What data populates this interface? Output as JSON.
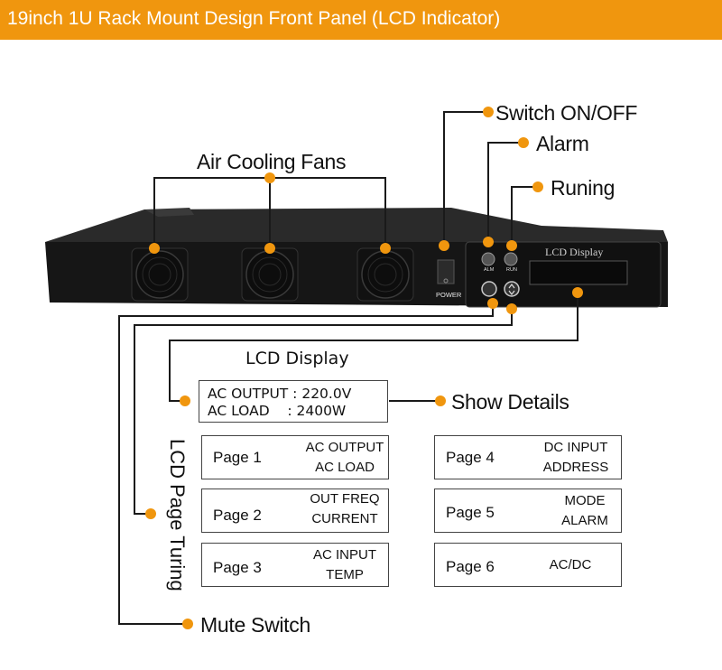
{
  "banner": {
    "title": "19inch 1U Rack Mount Design Front Panel (LCD Indicator)",
    "color": "#f0960e"
  },
  "callouts": {
    "air_cooling_fans": "Air Cooling Fans",
    "switch_on_off": "Switch ON/OFF",
    "alarm": "Alarm",
    "running": "Runing",
    "show_details": "Show Details",
    "lcd_page_turning": "LCD Page Turing",
    "mute_switch": "Mute Switch"
  },
  "panel": {
    "power_label": "POWER",
    "alm_label": "ALM",
    "run_label": "RUN",
    "lcd_label": "LCD Display"
  },
  "lcd_display": {
    "title": "LCD Display",
    "line1": "AC OUTPUT : 220.0V",
    "line2": "AC LOAD    : 2400W"
  },
  "pages": [
    {
      "name": "Page 1",
      "line1": "AC OUTPUT",
      "line2": "AC LOAD"
    },
    {
      "name": "Page 2",
      "line1": "OUT FREQ",
      "line2": "CURRENT"
    },
    {
      "name": "Page 3",
      "line1": "AC INPUT",
      "line2": "TEMP"
    },
    {
      "name": "Page 4",
      "line1": "DC INPUT",
      "line2": "ADDRESS"
    },
    {
      "name": "Page 5",
      "line1": "MODE",
      "line2": "ALARM"
    },
    {
      "name": "Page 6",
      "line1": "AC/DC",
      "line2": ""
    }
  ],
  "colors": {
    "accent_dot": "#f0960e",
    "chassis": "#1b1b1b"
  }
}
